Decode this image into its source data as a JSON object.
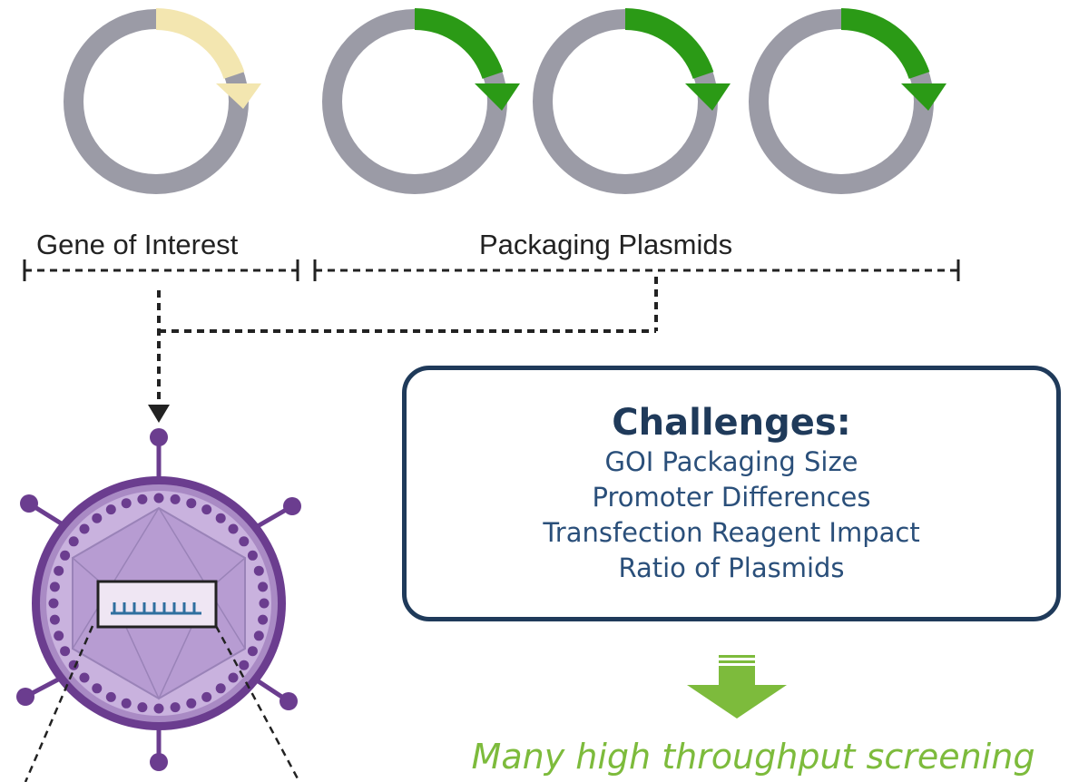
{
  "labels": {
    "gene_of_interest": "Gene of Interest",
    "packaging_plasmids": "Packaging Plasmids"
  },
  "plasmids": [
    {
      "role": "gene of interest",
      "arrow_color": "#f3e6b0"
    },
    {
      "role": "packaging",
      "arrow_color": "#2b9a16"
    },
    {
      "role": "packaging",
      "arrow_color": "#2b9a16"
    },
    {
      "role": "packaging",
      "arrow_color": "#2b9a16"
    }
  ],
  "challenges": {
    "title": "Challenges:",
    "items": [
      "GOI Packaging Size",
      "Promoter Differences",
      "Transfection Reagent Impact",
      "Ratio of Plasmids"
    ]
  },
  "result_text": "Many high throughput screening",
  "colors": {
    "ring": "#9b9ba6",
    "dash_line": "#222222",
    "box_border": "#1f3a5a",
    "box_text": "#2a4f7a",
    "down_arrow": "#7dbb3c",
    "virus_purple": "#6b3d8f",
    "virus_fill": "#c9b2de"
  }
}
